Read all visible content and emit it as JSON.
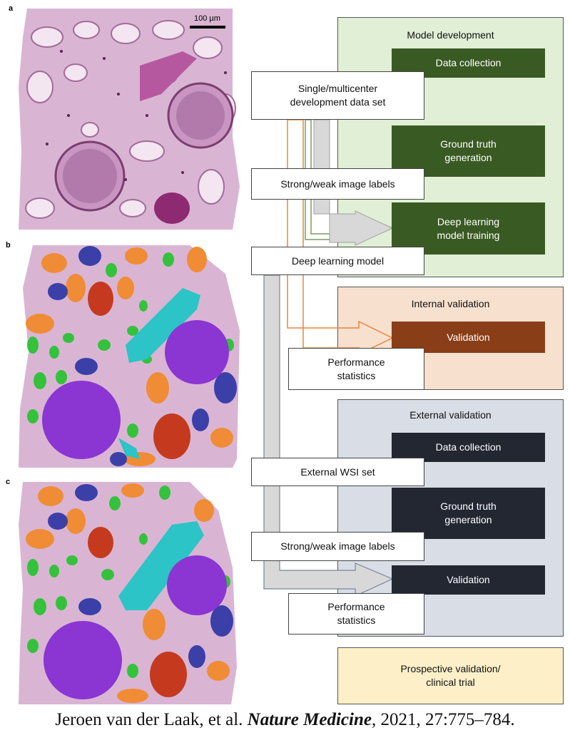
{
  "figure": {
    "panels": {
      "a": "a",
      "b": "b",
      "c": "c"
    },
    "scale_bar": "100 µm"
  },
  "flow": {
    "model_development": {
      "title": "Model development",
      "steps": [
        "Data collection",
        "Ground truth\ngeneration",
        "Deep learning\nmodel training"
      ],
      "color": "#3a5a23",
      "bg": "#e0efd6"
    },
    "internal_validation": {
      "title": "Internal validation",
      "steps": [
        "Validation"
      ],
      "color": "#8a3e17",
      "bg": "#f8e0cf"
    },
    "external_validation": {
      "title": "External validation",
      "steps": [
        "Data collection",
        "Ground truth\ngeneration",
        "Validation"
      ],
      "color": "#222732",
      "bg": "#d8dde6"
    },
    "prospective": {
      "title": "Prospective validation/\nclinical trial",
      "bg": "#fdf0c8"
    },
    "inputs": {
      "dev_dataset": "Single/multicenter\ndevelopment data set",
      "labels_1": "Strong/weak image labels",
      "dl_model": "Deep learning model",
      "perf_stats_1": "Performance\nstatistics",
      "external_wsi": "External WSI set",
      "labels_2": "Strong/weak image labels",
      "perf_stats_2": "Performance\nstatistics"
    }
  },
  "citation": {
    "authors": "Jeroen van der Laak, et al. ",
    "journal": "Nature Medicine",
    "details": ", 2021, 27:775–784."
  }
}
